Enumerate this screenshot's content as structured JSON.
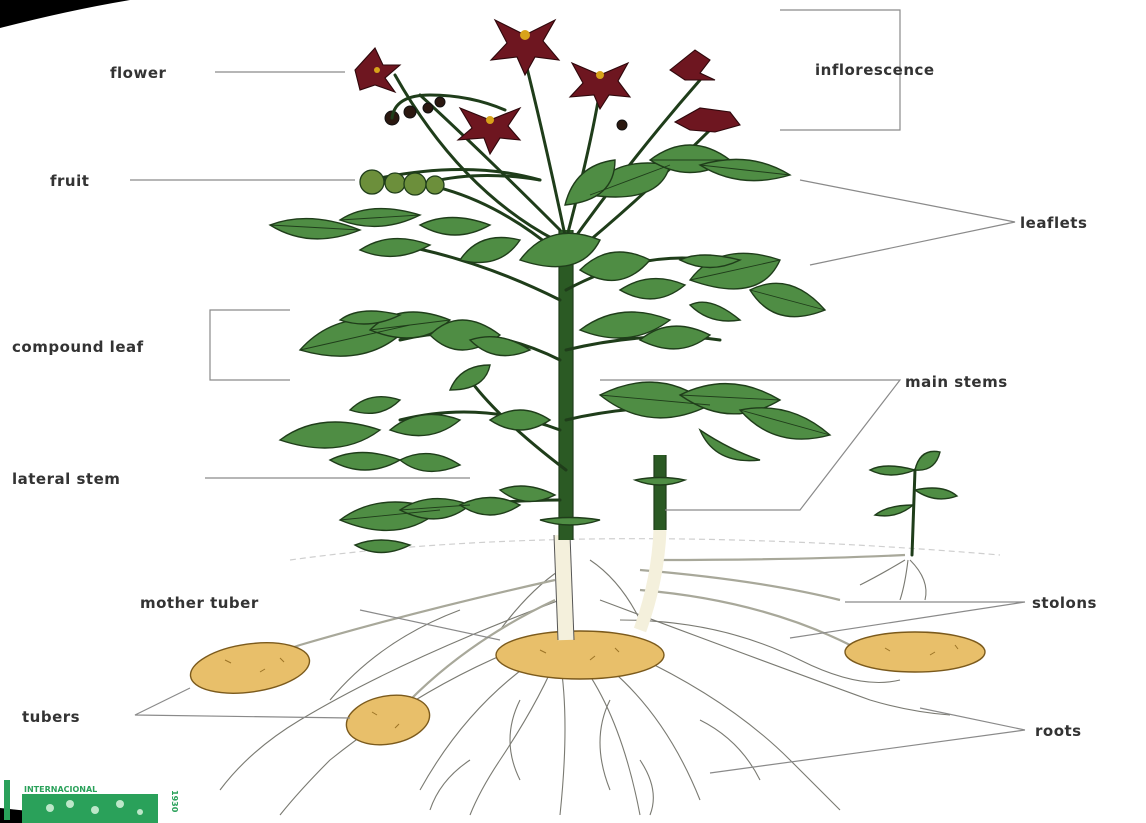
{
  "labels": {
    "flower": "flower",
    "inflorescence": "inflorescence",
    "fruit": "fruit",
    "leaflets": "leaflets",
    "compound_leaf": "compound leaf",
    "main_stems": "main stems",
    "lateral_stem": "lateral stem",
    "mother_tuber": "mother tuber",
    "stolons": "stolons",
    "tubers": "tubers",
    "roots": "roots"
  },
  "logo": {
    "text": "INTERNACIONAL",
    "side_text": "1930"
  },
  "colors": {
    "leaf": "#4f8d44",
    "leaf_outline": "#1f3d1a",
    "flower": "#6e1620",
    "tuber": "#e8bf6a",
    "label_text": "#333333",
    "logo_green": "#2aa15a"
  }
}
